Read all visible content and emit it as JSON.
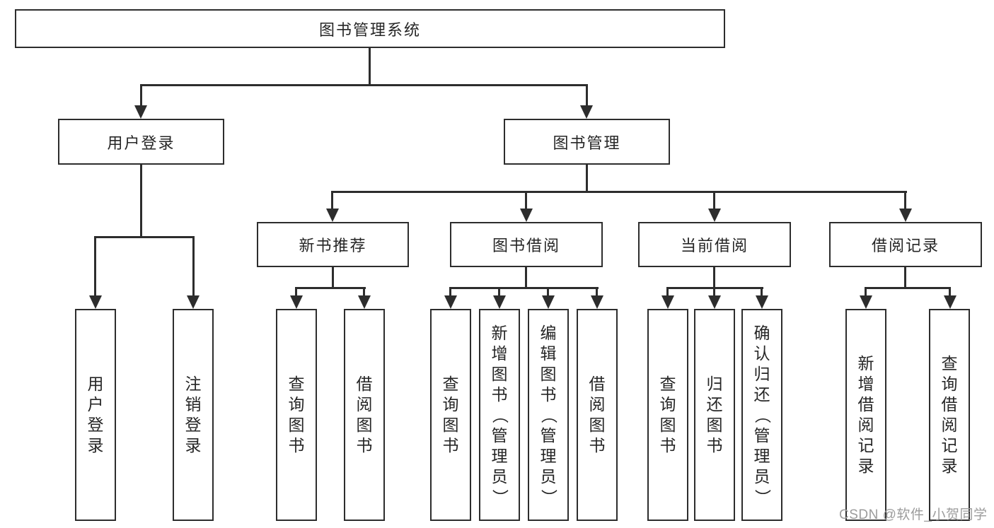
{
  "diagram": {
    "root": {
      "label": "图书管理系统"
    },
    "level2": [
      {
        "label": "用户登录",
        "children": [
          "用户登录",
          "注销登录"
        ]
      },
      {
        "label": "图书管理"
      }
    ],
    "level3": [
      {
        "label": "新书推荐",
        "children": [
          "查询图书",
          "借阅图书"
        ]
      },
      {
        "label": "图书借阅",
        "children": [
          "查询图书",
          "新增图书（管理员）",
          "编辑图书（管理员）",
          "借阅图书"
        ]
      },
      {
        "label": "当前借阅",
        "children": [
          "查询图书",
          "归还图书",
          "确认归还（管理员）"
        ]
      },
      {
        "label": "借阅记录",
        "children": [
          "新增借阅记录",
          "查询借阅记录"
        ]
      }
    ]
  },
  "watermark": "CSDN @软件_小贺同学",
  "colors": {
    "line": "#2d2d2d",
    "text": "#262626",
    "watermark": "#9c9c9c",
    "background": "#ffffff"
  }
}
